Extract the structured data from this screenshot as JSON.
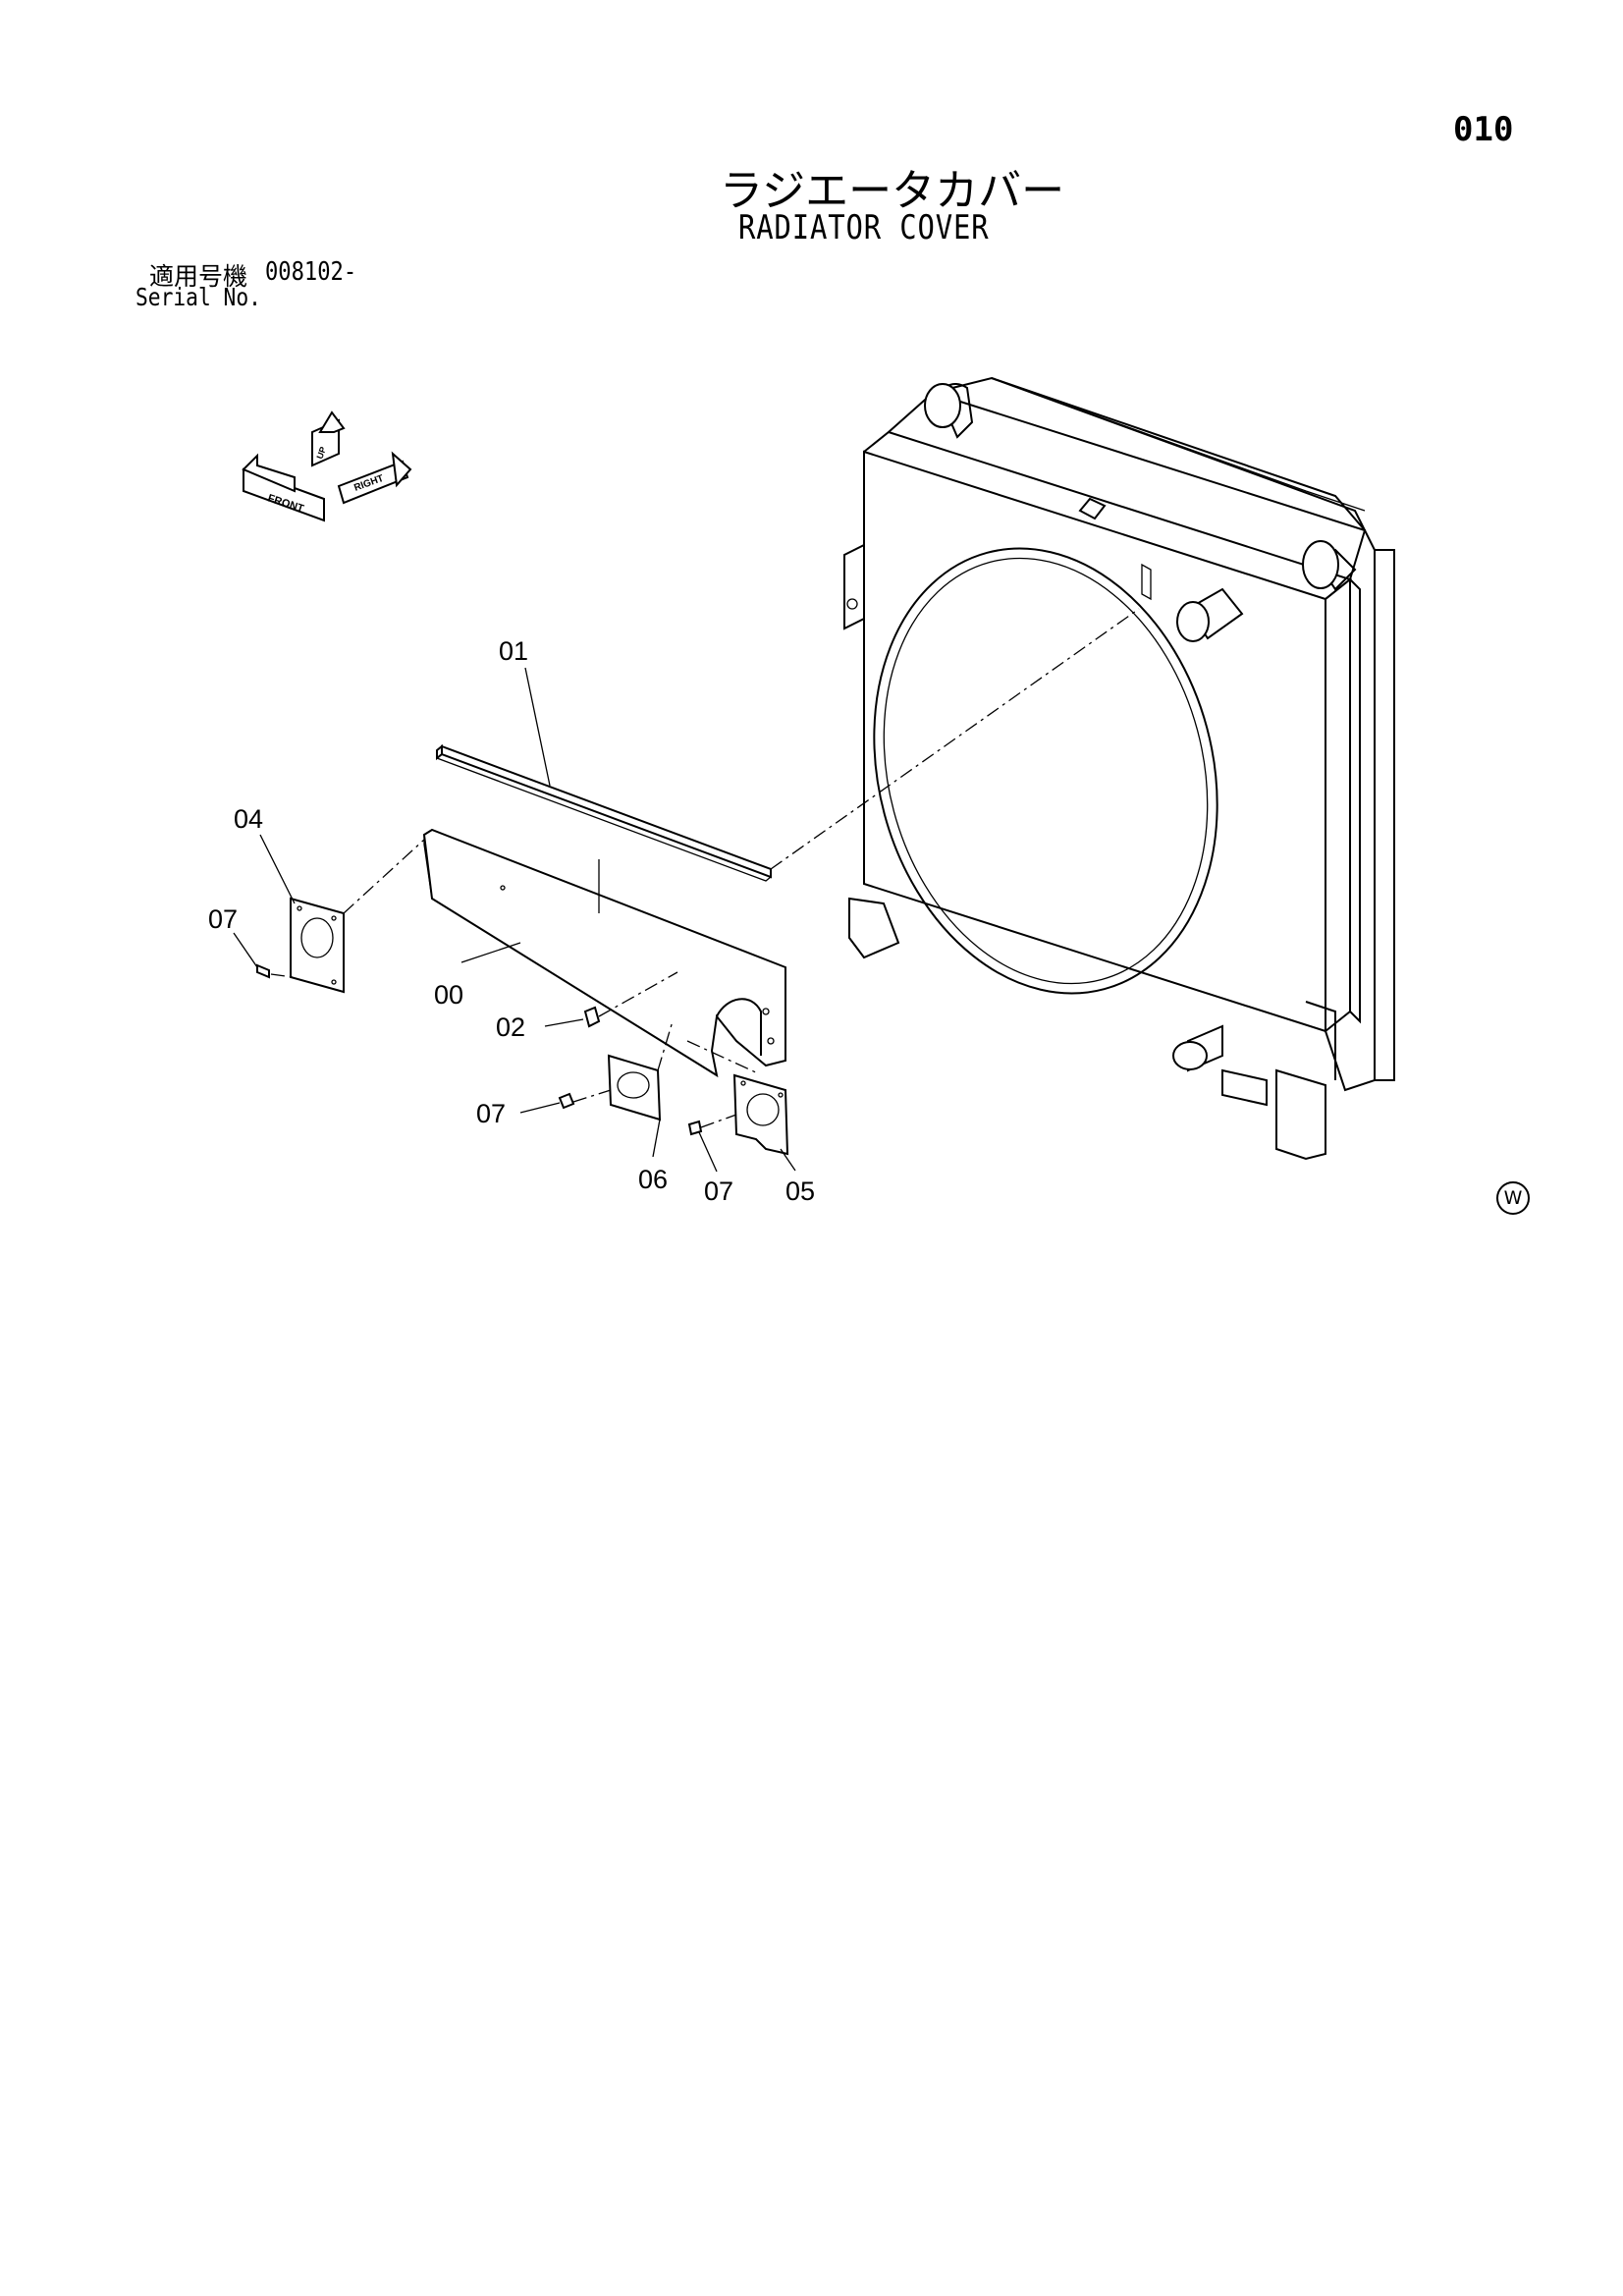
{
  "header": {
    "page_number": "010",
    "title_jp": "ラジエータカバー",
    "title_en": "RADIATOR COVER",
    "serial_label_jp": "適用号機",
    "serial_value": "008102-",
    "serial_label_en": "Serial No."
  },
  "orientation_marker": {
    "icon": "direction-arrows-icon",
    "labels": [
      "FRONT",
      "RIGHT",
      "UP"
    ]
  },
  "callouts": [
    "01",
    "04",
    "07",
    "00",
    "02",
    "07",
    "06",
    "07",
    "05"
  ],
  "watermark": "W"
}
